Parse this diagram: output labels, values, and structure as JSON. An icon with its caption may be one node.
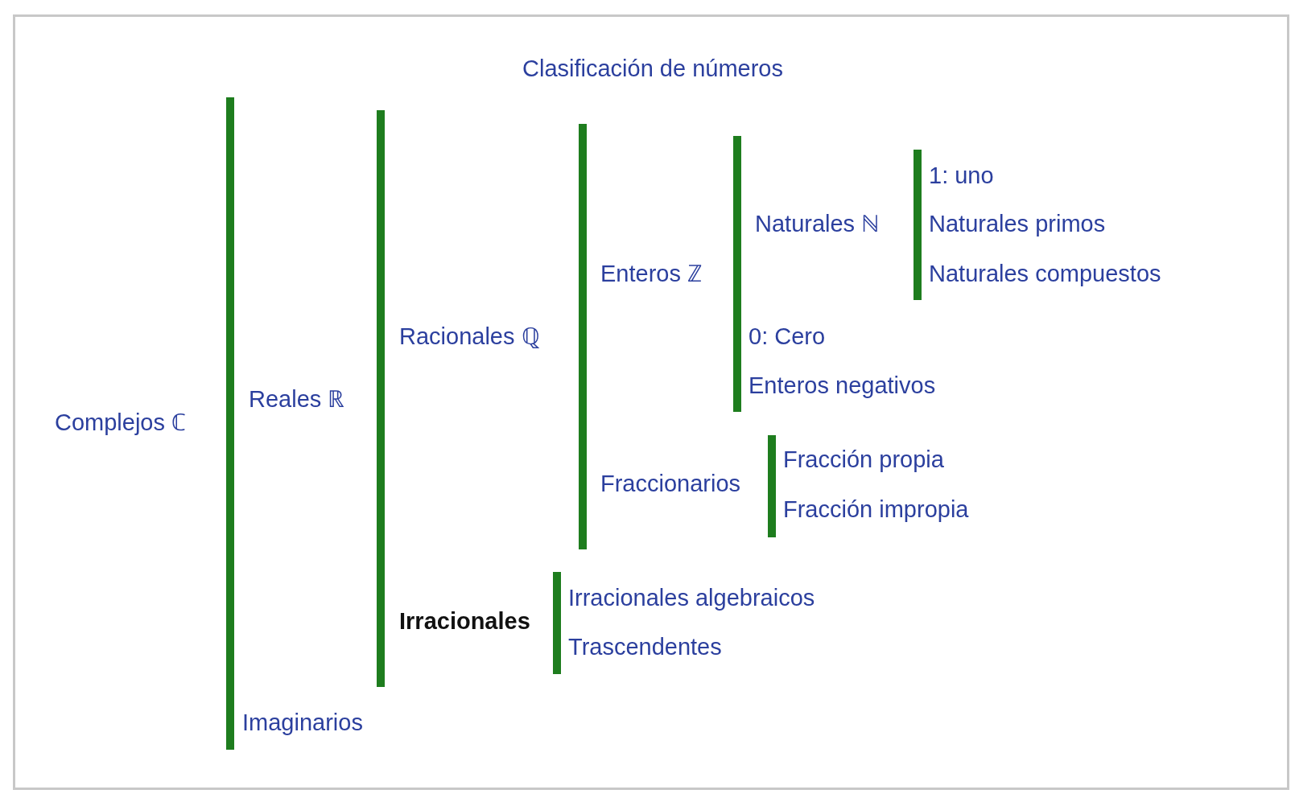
{
  "diagram": {
    "title": "Clasificación de números",
    "labels": [
      "Complejos ℂ",
      "Reales ℝ",
      "Racionales ℚ",
      "Enteros ℤ",
      "Naturales ℕ",
      "1: uno",
      "Naturales primos",
      "Naturales compuestos",
      "0: Cero",
      "Enteros negativos",
      "Fraccionarios",
      "Fracción propia",
      "Fracción impropia",
      "Irracionales",
      "Irracionales algebraicos",
      "Trascendentes",
      "Imaginarios"
    ]
  }
}
